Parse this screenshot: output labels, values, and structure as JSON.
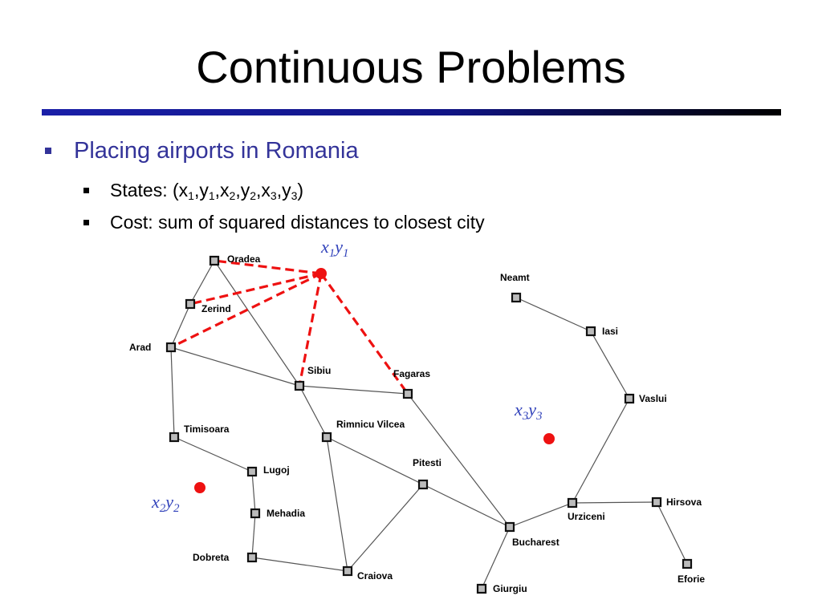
{
  "slide": {
    "title": "Continuous Problems"
  },
  "bullets": {
    "level1": "Placing airports in Romania",
    "states": {
      "prefix": "States: (",
      "parts": [
        "x",
        "1",
        ",y",
        "1",
        ",x",
        "2",
        ",y",
        "2",
        ",x",
        "3",
        ",y",
        "3"
      ],
      "suffix": ")"
    },
    "cost": "Cost: sum of squared distances to closest city"
  },
  "map": {
    "cities": [
      {
        "id": "oradea",
        "name": "Oradea"
      },
      {
        "id": "zerind",
        "name": "Zerind"
      },
      {
        "id": "arad",
        "name": "Arad"
      },
      {
        "id": "timisoara",
        "name": "Timisoara"
      },
      {
        "id": "lugoj",
        "name": "Lugoj"
      },
      {
        "id": "mehadia",
        "name": "Mehadia"
      },
      {
        "id": "dobreta",
        "name": "Dobreta"
      },
      {
        "id": "craiova",
        "name": "Craiova"
      },
      {
        "id": "sibiu",
        "name": "Sibiu"
      },
      {
        "id": "rimnicu",
        "name": "Rimnicu Vilcea"
      },
      {
        "id": "fagaras",
        "name": "Fagaras"
      },
      {
        "id": "pitesti",
        "name": "Pitesti"
      },
      {
        "id": "bucharest",
        "name": "Bucharest"
      },
      {
        "id": "giurgiu",
        "name": "Giurgiu"
      },
      {
        "id": "urziceni",
        "name": "Urziceni"
      },
      {
        "id": "hirsova",
        "name": "Hirsova"
      },
      {
        "id": "eforie",
        "name": "Eforie"
      },
      {
        "id": "vaslui",
        "name": "Vaslui"
      },
      {
        "id": "iasi",
        "name": "Iasi"
      },
      {
        "id": "neamt",
        "name": "Neamt"
      }
    ],
    "roads": [
      [
        "oradea",
        "zerind"
      ],
      [
        "zerind",
        "arad"
      ],
      [
        "oradea",
        "sibiu"
      ],
      [
        "arad",
        "sibiu"
      ],
      [
        "arad",
        "timisoara"
      ],
      [
        "timisoara",
        "lugoj"
      ],
      [
        "lugoj",
        "mehadia"
      ],
      [
        "mehadia",
        "dobreta"
      ],
      [
        "dobreta",
        "craiova"
      ],
      [
        "sibiu",
        "fagaras"
      ],
      [
        "sibiu",
        "rimnicu"
      ],
      [
        "rimnicu",
        "craiova"
      ],
      [
        "rimnicu",
        "pitesti"
      ],
      [
        "pitesti",
        "craiova"
      ],
      [
        "pitesti",
        "bucharest"
      ],
      [
        "fagaras",
        "bucharest"
      ],
      [
        "bucharest",
        "giurgiu"
      ],
      [
        "bucharest",
        "urziceni"
      ],
      [
        "urziceni",
        "hirsova"
      ],
      [
        "hirsova",
        "eforie"
      ],
      [
        "urziceni",
        "vaslui"
      ],
      [
        "vaslui",
        "iasi"
      ],
      [
        "iasi",
        "neamt"
      ]
    ],
    "airports": [
      {
        "id": "airport-1",
        "label": "x",
        "sub1": "1",
        "label2": "y",
        "sub2": "1",
        "color": "#ee1111",
        "dashed_to": [
          "oradea",
          "zerind",
          "arad",
          "sibiu",
          "fagaras"
        ]
      },
      {
        "id": "airport-2",
        "label": "x",
        "sub1": "2",
        "label2": "y",
        "sub2": "2",
        "color": "#ee1111",
        "dashed_to": []
      },
      {
        "id": "airport-3",
        "label": "x",
        "sub1": "3",
        "label2": "y",
        "sub2": "3",
        "color": "#ee1111",
        "dashed_to": []
      }
    ],
    "colors": {
      "node_fill": "#bbbbbb",
      "road": "#555555",
      "dashed": "#ee1111",
      "variable_label": "#3344bb"
    }
  }
}
